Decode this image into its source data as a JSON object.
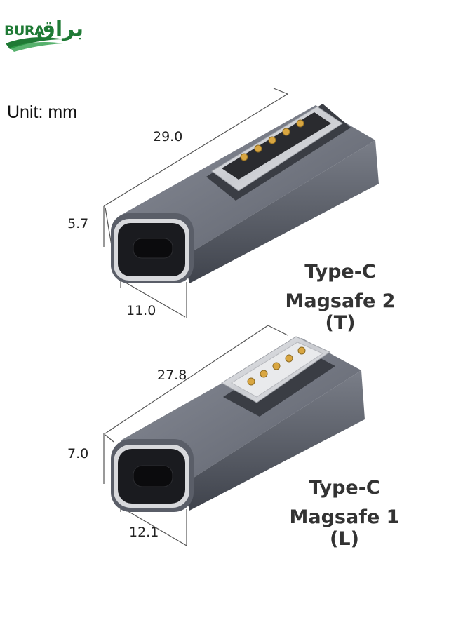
{
  "brand": {
    "latin": "BURA",
    "arabic": "براق",
    "color": "#1f7a35"
  },
  "unit_label": "Unit: mm",
  "adapters": [
    {
      "length": "29.0",
      "height": "5.7",
      "width": "11.0",
      "type_label": "Type-C",
      "model_label": "Magsafe 2 (T)"
    },
    {
      "length": "27.8",
      "height": "7.0",
      "width": "12.1",
      "type_label": "Type-C",
      "model_label": "Magsafe 1 (L)"
    }
  ],
  "colors": {
    "body": "#6e727d",
    "body_dark": "#4b4f59",
    "pin": "#d9a641",
    "chrome": "#e3e4e7"
  }
}
